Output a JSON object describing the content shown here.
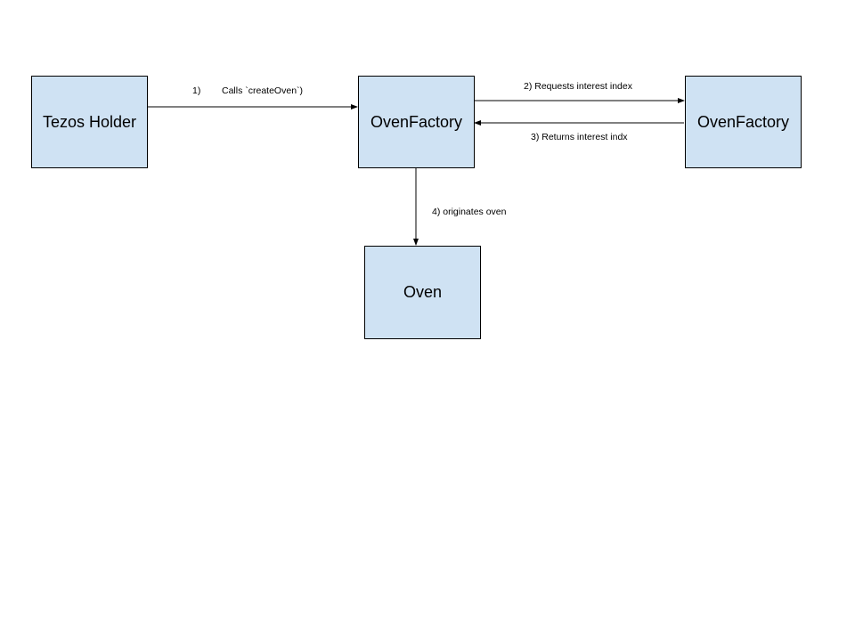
{
  "colors": {
    "node_fill": "#cfe2f3",
    "node_stroke": "#000000",
    "edge": "#000000"
  },
  "nodes": {
    "tezos_holder": {
      "label": "Tezos Holder"
    },
    "oven_factory_main": {
      "label": "OvenFactory"
    },
    "oven_factory_right": {
      "label": "OvenFactory"
    },
    "oven": {
      "label": "Oven"
    }
  },
  "edges": {
    "e1_number": "1)",
    "e1_text": "Calls `createOven`)",
    "e2": "2) Requests interest index",
    "e3": "3) Returns interest indx",
    "e4": "4) originates oven"
  }
}
